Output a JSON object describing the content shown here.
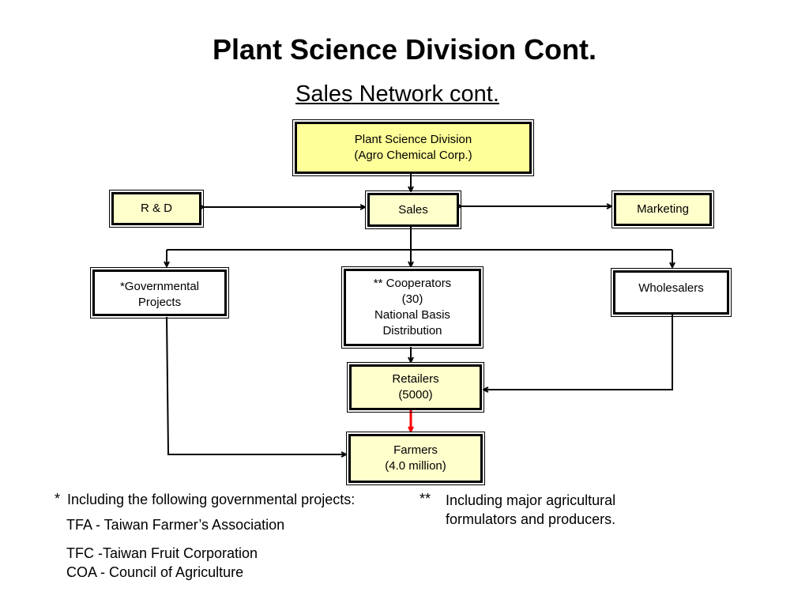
{
  "title": "Plant Science Division Cont.",
  "subtitle": "Sales Network cont.",
  "nodes": {
    "division": "Plant Science Division\n(Agro Chemical Corp.)",
    "rnd": "R & D",
    "sales": "Sales",
    "marketing": "Marketing",
    "governmental": "*Governmental\nProjects",
    "cooperators": "** Cooperators\n(30)\nNational Basis\nDistribution",
    "wholesalers": "Wholesalers",
    "retailers": "Retailers\n(5000)",
    "farmers": "Farmers\n(4.0 million)"
  },
  "colors": {
    "box_yellow": "#ffff99",
    "box_pale": "#ffffcc",
    "highlight_arrow": "#ff0000"
  },
  "notes": {
    "star_marker": "*",
    "star_text": "Including the following governmental projects:",
    "tfa": "TFA - Taiwan Farmer’s Association",
    "tfc": "TFC -Taiwan Fruit Corporation",
    "coa": "COA - Council of Agriculture",
    "double_star_marker": "**",
    "double_star_text": "Including major agricultural\nformulators and producers."
  }
}
